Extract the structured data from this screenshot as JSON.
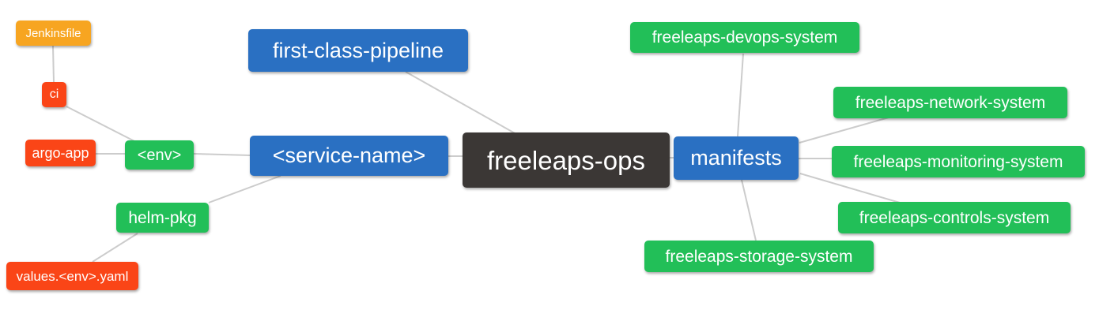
{
  "palette": {
    "blue": "#2a70c2",
    "green": "#22bf58",
    "red": "#fa4517",
    "orange": "#f7a521",
    "dark": "#3b3735",
    "edge": "#cccccc",
    "text": "#ffffff",
    "background": "#ffffff"
  },
  "nodes": {
    "freeleaps_ops": {
      "label": "freeleaps-ops",
      "color": "dark"
    },
    "first_class_pipeline": {
      "label": "first-class-pipeline",
      "color": "blue"
    },
    "service_name": {
      "label": "<service-name>",
      "color": "blue"
    },
    "manifests": {
      "label": "manifests",
      "color": "blue"
    },
    "env": {
      "label": "<env>",
      "color": "green"
    },
    "helm_pkg": {
      "label": "helm-pkg",
      "color": "green"
    },
    "ci": {
      "label": "ci",
      "color": "red"
    },
    "argo_app": {
      "label": "argo-app",
      "color": "red"
    },
    "values_env_yaml": {
      "label": "values.<env>.yaml",
      "color": "red"
    },
    "jenkinsfile": {
      "label": "Jenkinsfile",
      "color": "orange"
    },
    "devops_system": {
      "label": "freeleaps-devops-system",
      "color": "green"
    },
    "network_system": {
      "label": "freeleaps-network-system",
      "color": "green"
    },
    "monitoring_system": {
      "label": "freeleaps-monitoring-system",
      "color": "green"
    },
    "controls_system": {
      "label": "freeleaps-controls-system",
      "color": "green"
    },
    "storage_system": {
      "label": "freeleaps-storage-system",
      "color": "green"
    }
  },
  "edges": [
    {
      "from": "freeleaps_ops",
      "to": "first_class_pipeline"
    },
    {
      "from": "freeleaps_ops",
      "to": "service_name"
    },
    {
      "from": "freeleaps_ops",
      "to": "manifests"
    },
    {
      "from": "service_name",
      "to": "env"
    },
    {
      "from": "service_name",
      "to": "helm_pkg"
    },
    {
      "from": "env",
      "to": "ci"
    },
    {
      "from": "env",
      "to": "argo_app"
    },
    {
      "from": "ci",
      "to": "jenkinsfile"
    },
    {
      "from": "helm_pkg",
      "to": "values_env_yaml"
    },
    {
      "from": "manifests",
      "to": "devops_system"
    },
    {
      "from": "manifests",
      "to": "network_system"
    },
    {
      "from": "manifests",
      "to": "monitoring_system"
    },
    {
      "from": "manifests",
      "to": "controls_system"
    },
    {
      "from": "manifests",
      "to": "storage_system"
    }
  ]
}
